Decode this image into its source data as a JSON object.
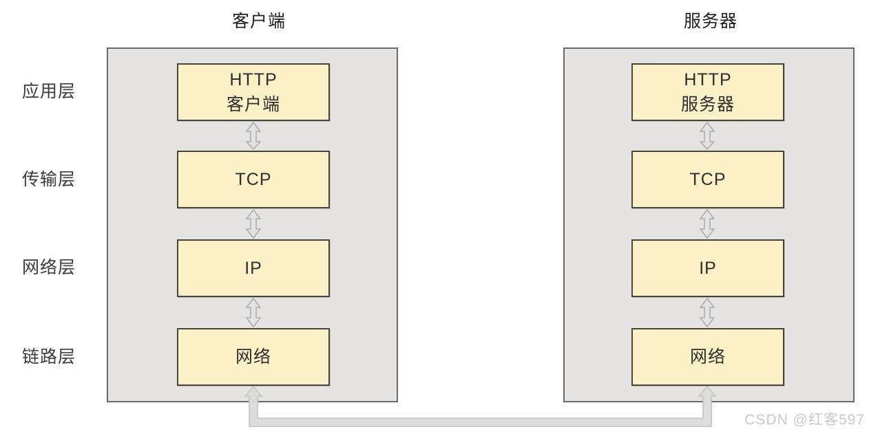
{
  "titles": {
    "client": "客户端",
    "server": "服务器"
  },
  "layers": [
    {
      "label": "应用层"
    },
    {
      "label": "传输层"
    },
    {
      "label": "网络层"
    },
    {
      "label": "链路层"
    }
  ],
  "client": {
    "boxes": [
      {
        "line1": "HTTP",
        "line2": "客户端"
      },
      {
        "line1": "TCP"
      },
      {
        "line1": "IP"
      },
      {
        "line1": "网络"
      }
    ]
  },
  "server": {
    "boxes": [
      {
        "line1": "HTTP",
        "line2": "服务器"
      },
      {
        "line1": "TCP"
      },
      {
        "line1": "IP"
      },
      {
        "line1": "网络"
      }
    ]
  },
  "watermark": "CSDN @红客597",
  "icons": {
    "vertical_link": "double-arrow-icon",
    "bottom_link": "network-link-connector"
  },
  "colors": {
    "panel-fill": "#e5e4e2",
    "panel-border": "#6a6a6a",
    "box-fill": "#fbf0c6",
    "box-border": "#45453c",
    "arrow-fill": "#e3e3e3",
    "arrow-stroke": "#a9a9a9",
    "conn-fill": "#dcdcdc",
    "watermark": "#c9c9c9"
  }
}
